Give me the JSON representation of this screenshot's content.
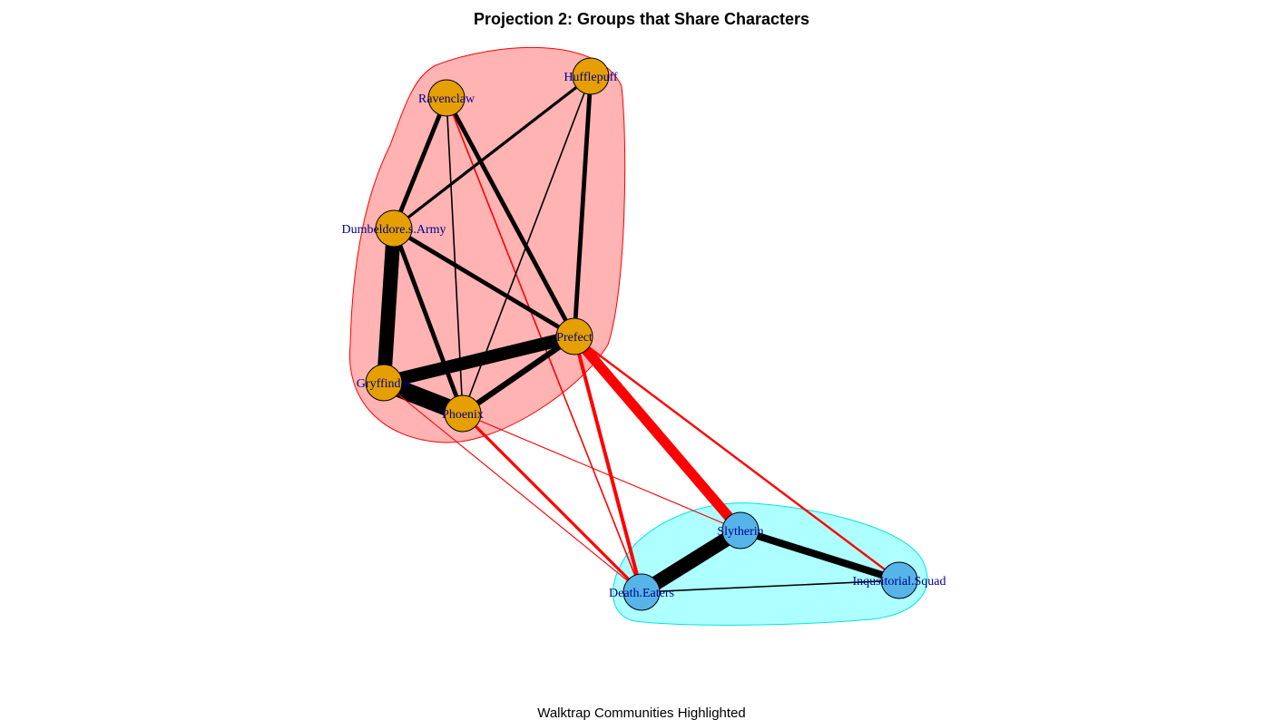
{
  "title": "Projection 2: Groups that Share Characters",
  "subtitle": "Walktrap Communities Highlighted",
  "colors": {
    "community_1_fill": "#FFB3B3",
    "community_1_stroke": "#FF0000",
    "community_2_fill": "#AEFFFF",
    "community_2_stroke": "#00E5E5",
    "community_1_node": "#E69F00",
    "community_2_node": "#56B4E9",
    "within_edge": "#000000",
    "between_edge": "#FF0000",
    "label": "#00008B"
  },
  "nodes": [
    {
      "id": "Hufflepuff",
      "label": "Hufflepuff",
      "community": 1
    },
    {
      "id": "Ravenclaw",
      "label": "Ravenclaw",
      "community": 1
    },
    {
      "id": "DA",
      "label": "Dumbeldore.s.Army",
      "community": 1
    },
    {
      "id": "Prefect",
      "label": "Prefect",
      "community": 1
    },
    {
      "id": "Gryffindor",
      "label": "Gryffindor",
      "community": 1
    },
    {
      "id": "Phoenix",
      "label": "Phoenix",
      "community": 1
    },
    {
      "id": "Slytherin",
      "label": "Slytherin",
      "community": 2
    },
    {
      "id": "DeathEaters",
      "label": "Death.Eaters",
      "community": 2
    },
    {
      "id": "Inq",
      "label": "Inqusitorial.Squad",
      "community": 2
    }
  ],
  "edges": [
    {
      "from": "Ravenclaw",
      "to": "DA",
      "weight": 3
    },
    {
      "from": "Ravenclaw",
      "to": "Prefect",
      "weight": 3
    },
    {
      "from": "Ravenclaw",
      "to": "Phoenix",
      "weight": 1
    },
    {
      "from": "Ravenclaw",
      "to": "DeathEaters",
      "weight": 1
    },
    {
      "from": "Hufflepuff",
      "to": "DA",
      "weight": 2
    },
    {
      "from": "Hufflepuff",
      "to": "Prefect",
      "weight": 3
    },
    {
      "from": "Hufflepuff",
      "to": "Phoenix",
      "weight": 1
    },
    {
      "from": "DA",
      "to": "Gryffindor",
      "weight": 10
    },
    {
      "from": "DA",
      "to": "Phoenix",
      "weight": 3
    },
    {
      "from": "DA",
      "to": "Prefect",
      "weight": 3
    },
    {
      "from": "Gryffindor",
      "to": "Prefect",
      "weight": 9
    },
    {
      "from": "Gryffindor",
      "to": "Phoenix",
      "weight": 12
    },
    {
      "from": "Phoenix",
      "to": "Prefect",
      "weight": 4
    },
    {
      "from": "Gryffindor",
      "to": "DeathEaters",
      "weight": 0.7
    },
    {
      "from": "Phoenix",
      "to": "DeathEaters",
      "weight": 2
    },
    {
      "from": "Phoenix",
      "to": "Slytherin",
      "weight": 0.7
    },
    {
      "from": "Prefect",
      "to": "Slytherin",
      "weight": 7
    },
    {
      "from": "Prefect",
      "to": "DeathEaters",
      "weight": 2.5
    },
    {
      "from": "Prefect",
      "to": "Inq",
      "weight": 1.5
    },
    {
      "from": "Slytherin",
      "to": "DeathEaters",
      "weight": 10
    },
    {
      "from": "Slytherin",
      "to": "Inq",
      "weight": 5
    },
    {
      "from": "DeathEaters",
      "to": "Inq",
      "weight": 1
    }
  ]
}
